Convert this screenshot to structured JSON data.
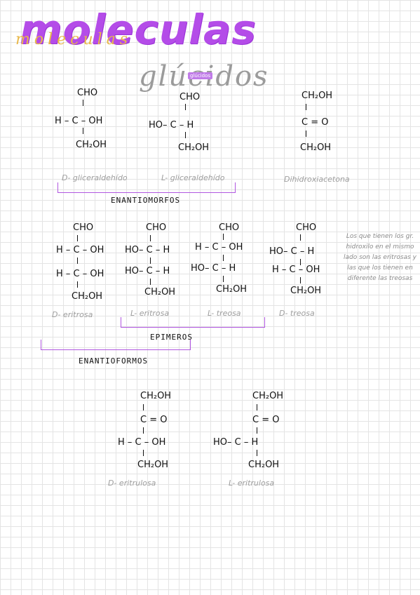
{
  "header": {
    "title": "moleculas",
    "title_echo": "moleculas",
    "subtitle": "glúcidos",
    "tag": "glúcidos"
  },
  "row1": {
    "d_gliceraldehido": {
      "lines": [
        "CHO",
        "H – C – OH",
        "CH₂OH"
      ],
      "label": "D- gliceraldehído"
    },
    "l_gliceraldehido": {
      "lines": [
        "CHO",
        "HO– C – H",
        "CH₂OH"
      ],
      "label": "L- gliceraldehído"
    },
    "dihidroxiacetona": {
      "lines": [
        "CH₂OH",
        "C = O",
        "CH₂OH"
      ],
      "label": "Dihidroxiacetona"
    },
    "section_label": "ENANTIOMORFOS"
  },
  "row2": {
    "d_eritrosa": {
      "lines": [
        "CHO",
        "H – C – OH",
        "H – C – OH",
        "CH₂OH"
      ],
      "label": "D- eritrosa"
    },
    "l_eritrosa": {
      "lines": [
        "CHO",
        "HO– C – H",
        "HO– C – H",
        "CH₂OH"
      ],
      "label": "L- eritrosa"
    },
    "l_treosa": {
      "lines": [
        "CHO",
        "H – C – OH",
        "HO– C – H",
        "CH₂OH"
      ],
      "label": "L- treosa"
    },
    "d_treosa": {
      "lines": [
        "CHO",
        "HO– C – H",
        "H – C – OH",
        "CH₂OH"
      ],
      "label": "D- treosa"
    },
    "section_epimeros": "EPIMEROS",
    "section_enantioformos": "ENANTIOFORMOS",
    "note": "Los que tienen los gr. hidroxilo en el mismo lado son las eritrosas y las que los tienen en diferente las treosas"
  },
  "row3": {
    "d_eritrulosa": {
      "lines": [
        "CH₂OH",
        "C = O",
        "H – C – OH",
        "CH₂OH"
      ],
      "label": "D- eritrulosa"
    },
    "l_eritrulosa": {
      "lines": [
        "CH₂OH",
        "C = O",
        "HO– C – H",
        "CH₂OH"
      ],
      "label": "L- eritrulosa"
    }
  },
  "colors": {
    "accent_purple": "#b44ce8",
    "accent_yellow": "#e8b84a",
    "gray_text": "#9e9e9e"
  }
}
